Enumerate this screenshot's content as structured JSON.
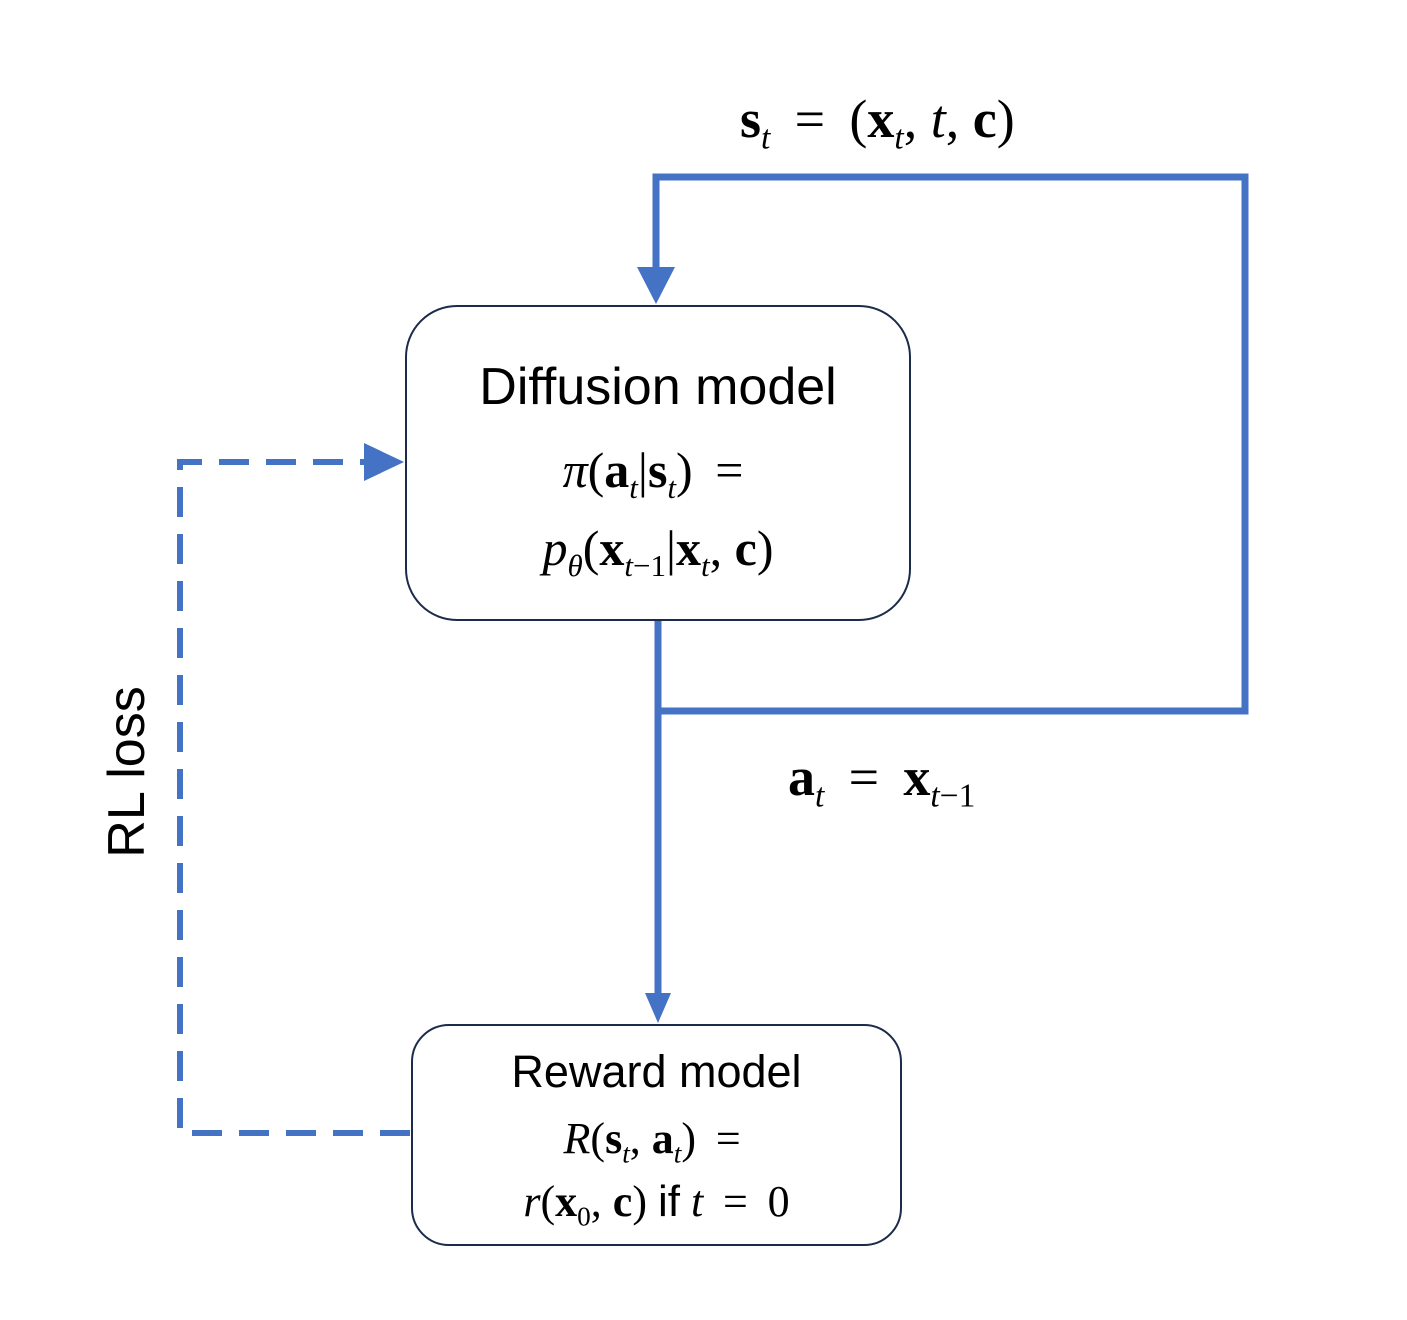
{
  "colors": {
    "arrow": "#4472c4",
    "box_border": "#1c2b4a",
    "text": "#000000"
  },
  "diffusion_box": {
    "title": "Diffusion model",
    "formula_line1": "π(a_t|s_t) =",
    "formula_line2": "p_θ(x_{t−1}|x_t, c)"
  },
  "reward_box": {
    "title": "Reward model",
    "formula_line1": "R(s_t, a_t) =",
    "formula_line2": "r(x_0, c) if t = 0"
  },
  "labels": {
    "state": "s_t = (x_t, t, c)",
    "action": "a_t = x_{t−1}",
    "rl_loss": "RL loss"
  }
}
